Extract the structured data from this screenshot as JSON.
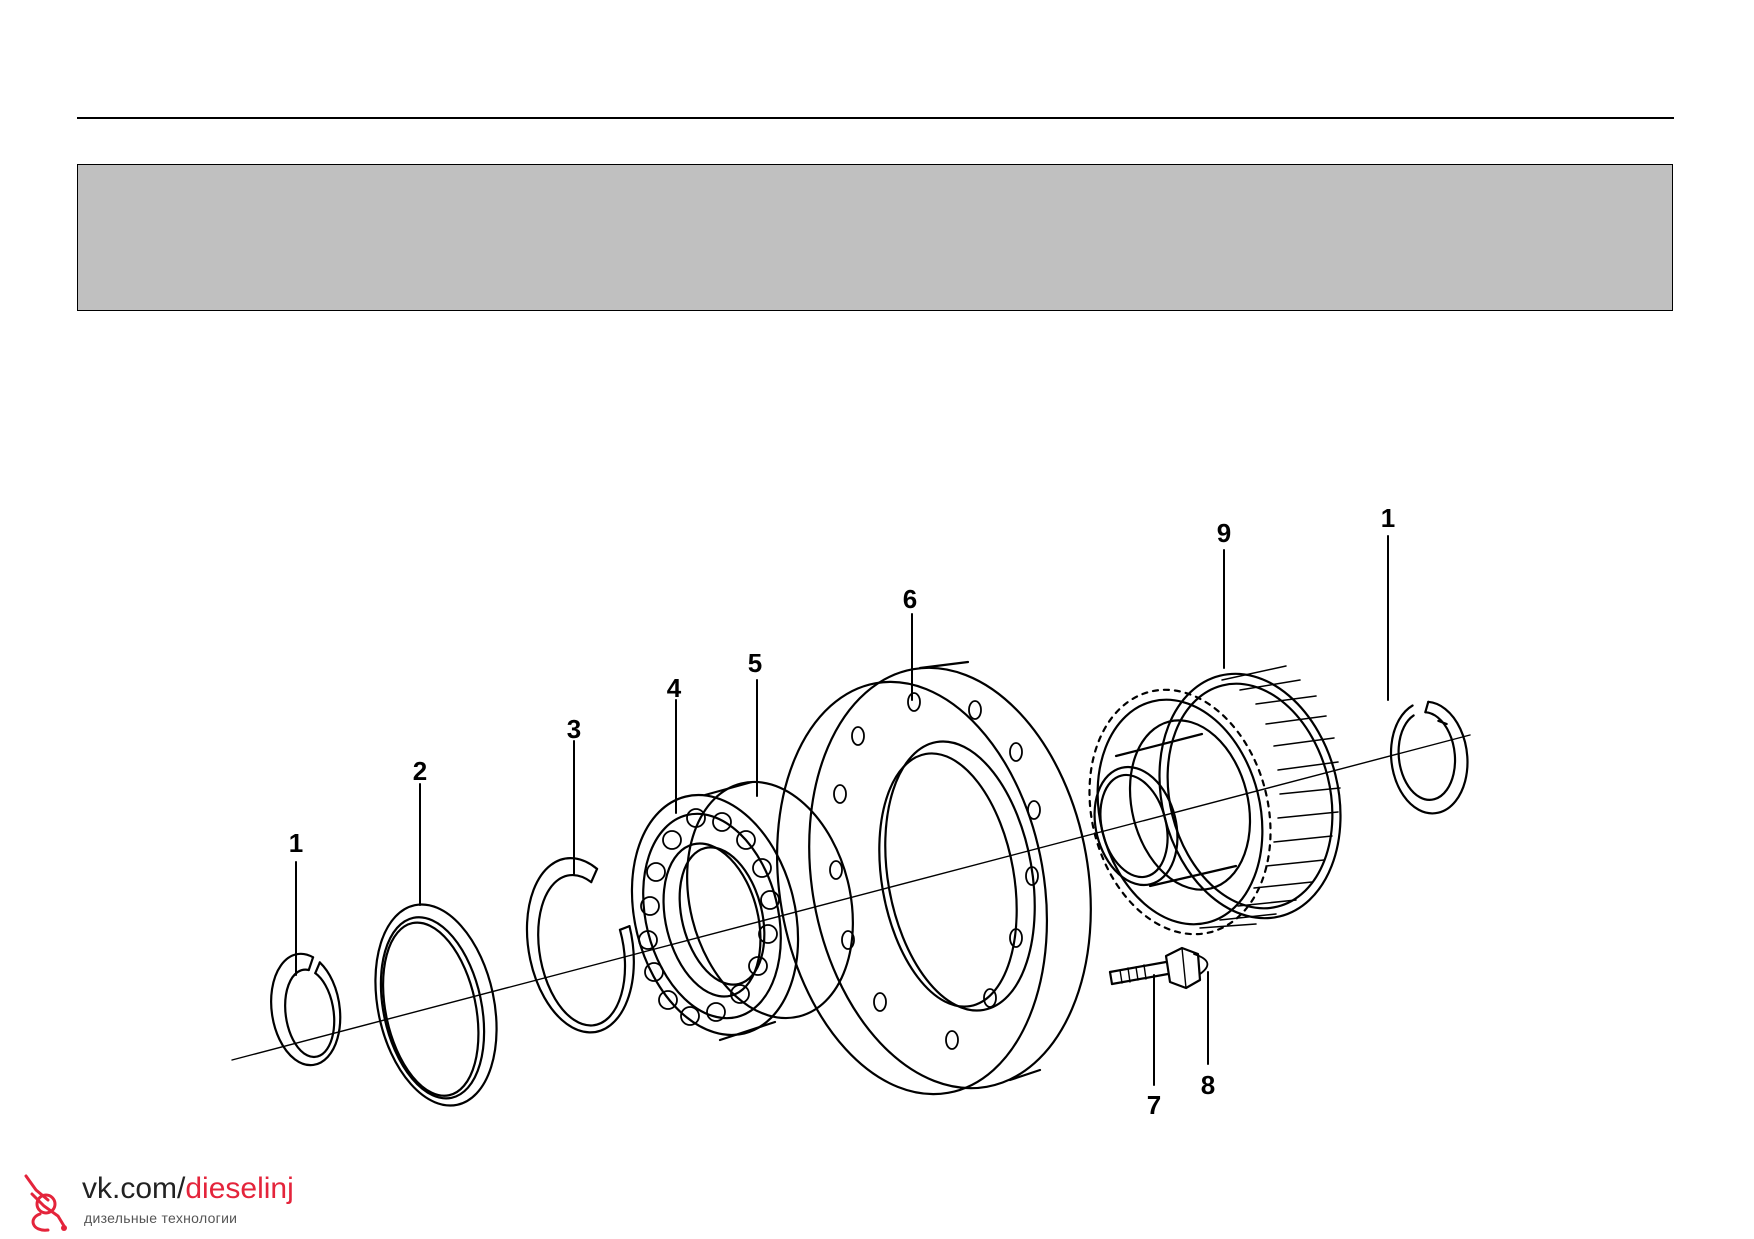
{
  "callouts": {
    "ring_left": "1",
    "shim_ring": "2",
    "snap_ring": "3",
    "bearing_cage": "4",
    "bearing_outer": "5",
    "flange": "6",
    "bolt": "7",
    "washer": "8",
    "gear": "9",
    "ring_right": "1"
  },
  "watermark": {
    "site_prefix": "vk.com/",
    "site_name": "dieselinj",
    "tagline": "дизельные технологии",
    "accent_color": "#e4243b",
    "icon": "injector-pen-icon"
  }
}
